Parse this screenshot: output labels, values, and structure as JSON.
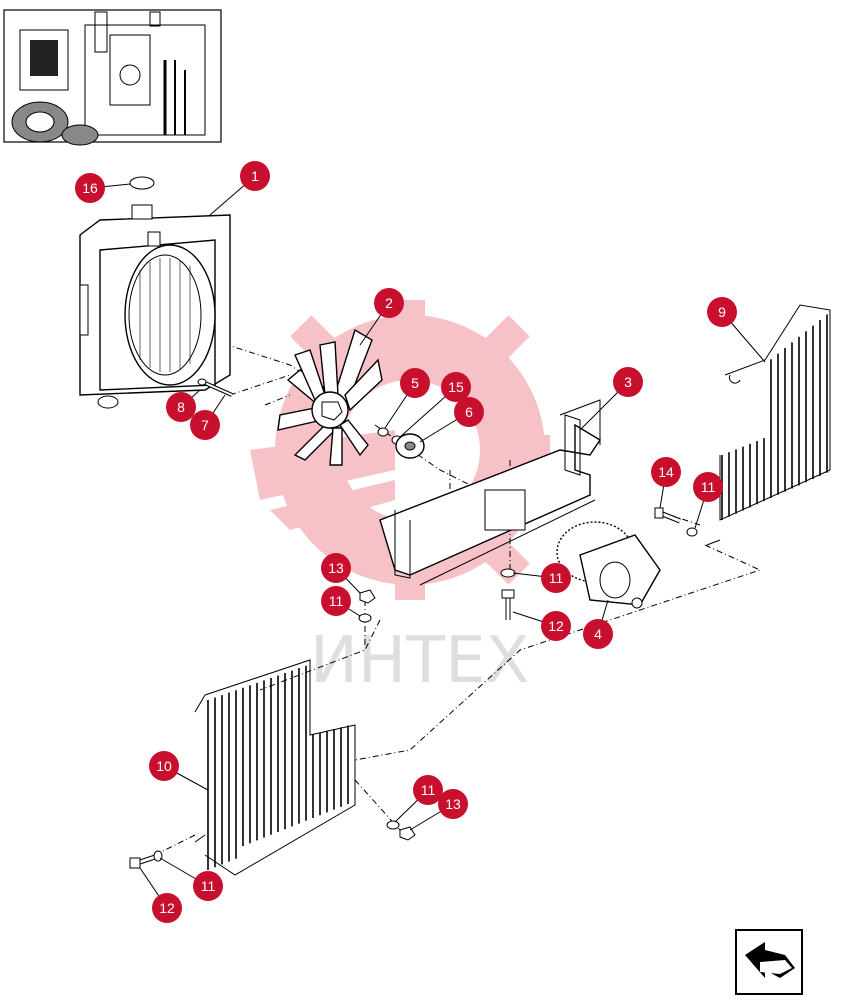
{
  "watermark": {
    "text": "ИНТЕХ"
  },
  "callouts": [
    {
      "id": "c1",
      "label": "1"
    },
    {
      "id": "c2",
      "label": "2"
    },
    {
      "id": "c3",
      "label": "3"
    },
    {
      "id": "c4",
      "label": "4"
    },
    {
      "id": "c5",
      "label": "5"
    },
    {
      "id": "c6",
      "label": "6"
    },
    {
      "id": "c7",
      "label": "7"
    },
    {
      "id": "c8",
      "label": "8"
    },
    {
      "id": "c9",
      "label": "9"
    },
    {
      "id": "c10",
      "label": "10"
    },
    {
      "id": "c11a",
      "label": "11"
    },
    {
      "id": "c11b",
      "label": "11"
    },
    {
      "id": "c11c",
      "label": "11"
    },
    {
      "id": "c11d",
      "label": "11"
    },
    {
      "id": "c11e",
      "label": "11"
    },
    {
      "id": "c12a",
      "label": "12"
    },
    {
      "id": "c12b",
      "label": "12"
    },
    {
      "id": "c13a",
      "label": "13"
    },
    {
      "id": "c13b",
      "label": "13"
    },
    {
      "id": "c14",
      "label": "14"
    },
    {
      "id": "c15",
      "label": "15"
    },
    {
      "id": "c16",
      "label": "16"
    }
  ],
  "colors": {
    "callout": "#c8102e",
    "watermark": "#e8a0a8",
    "line": "#000000"
  },
  "icons": {
    "nav": "return-arrow-icon",
    "thumbnail": "tractor-location-icon"
  }
}
